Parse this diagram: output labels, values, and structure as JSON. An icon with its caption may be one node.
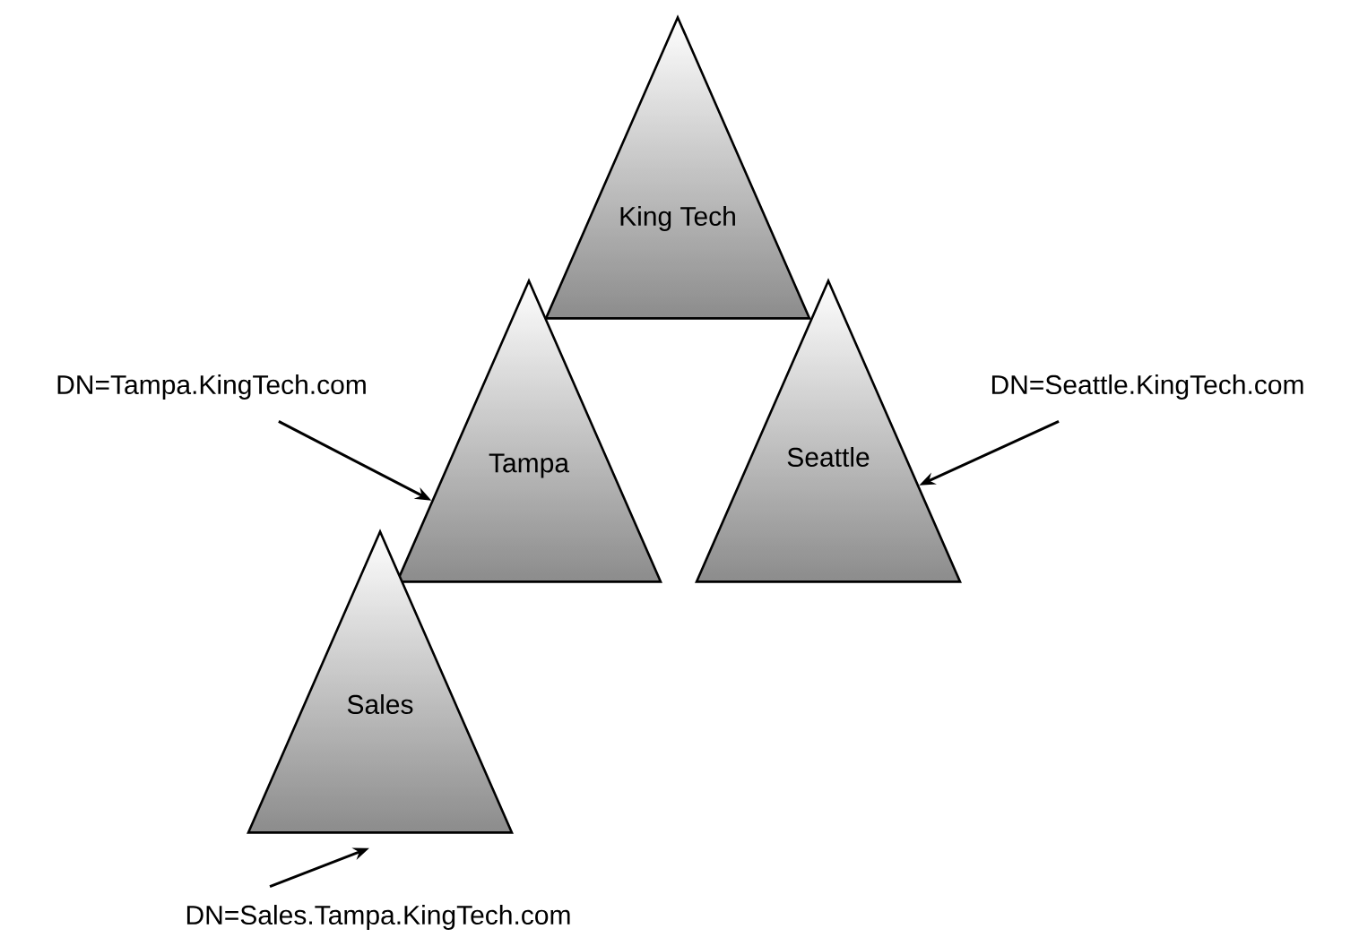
{
  "diagram": {
    "nodes": [
      {
        "text": [
          "King Tech"
        ]
      },
      {
        "text": [
          "Tampa"
        ]
      },
      {
        "text": [
          "Seattle"
        ]
      },
      {
        "text": [
          "Sales"
        ]
      },
      {
        "text": [
          "DN=Tampa.KingTech.com"
        ]
      },
      {
        "text": [
          "DN=Seattle.KingTech.com"
        ]
      },
      {
        "text": [
          "DN=Sales.Tampa.KingTech.com"
        ]
      }
    ],
    "edges": [
      {
        "from": 4,
        "to": 1,
        "arrow": "to"
      },
      {
        "from": 5,
        "to": 2,
        "arrow": "to"
      },
      {
        "from": 6,
        "to": 3,
        "arrow": "to"
      }
    ]
  }
}
